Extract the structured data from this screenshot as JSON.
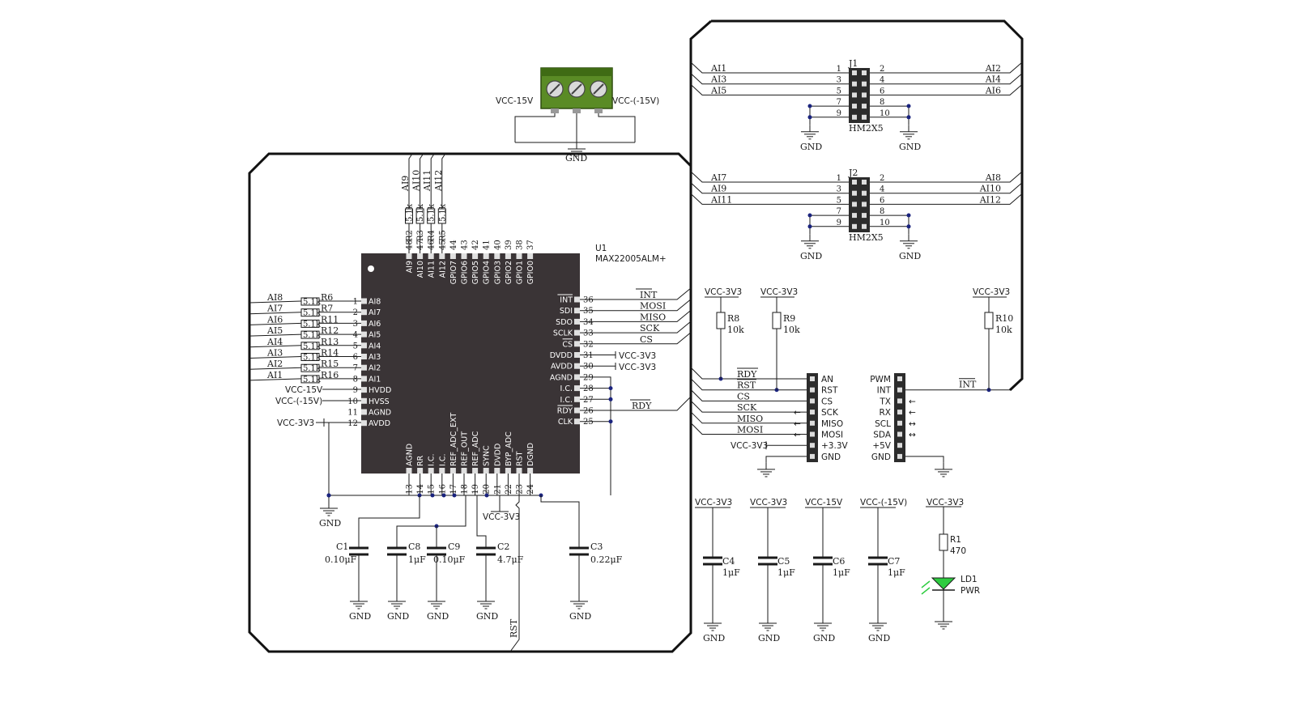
{
  "colors": {
    "chip": "#3a3436",
    "wire": "#1a1a1a",
    "junction": "#1a237e",
    "terminal": "#4e7d1e",
    "led": "#2ecc40",
    "arrow": "#e53935"
  },
  "terminal": {
    "left": "VCC-15V",
    "right": "VCC-(-15V)",
    "gnd": "GND"
  },
  "u1": {
    "ref": "U1",
    "part": "MAX22005ALM+",
    "left_pins": [
      {
        "num": "1",
        "name": "AI8"
      },
      {
        "num": "2",
        "name": "AI7"
      },
      {
        "num": "3",
        "name": "AI6"
      },
      {
        "num": "4",
        "name": "AI5"
      },
      {
        "num": "5",
        "name": "AI4"
      },
      {
        "num": "6",
        "name": "AI3"
      },
      {
        "num": "7",
        "name": "AI2"
      },
      {
        "num": "8",
        "name": "AI1"
      },
      {
        "num": "9",
        "name": "HVDD"
      },
      {
        "num": "10",
        "name": "HVSS"
      },
      {
        "num": "11",
        "name": "AGND"
      },
      {
        "num": "12",
        "name": "AVDD"
      }
    ],
    "right_pins": [
      {
        "num": "36",
        "name": "INT"
      },
      {
        "num": "35",
        "name": "SDI"
      },
      {
        "num": "34",
        "name": "SDO"
      },
      {
        "num": "33",
        "name": "SCLK"
      },
      {
        "num": "32",
        "name": "CS"
      },
      {
        "num": "31",
        "name": "DVDD"
      },
      {
        "num": "30",
        "name": "AVDD"
      },
      {
        "num": "29",
        "name": "AGND"
      },
      {
        "num": "28",
        "name": "I.C."
      },
      {
        "num": "27",
        "name": "I.C."
      },
      {
        "num": "26",
        "name": "RDY"
      },
      {
        "num": "25",
        "name": "CLK"
      }
    ],
    "top_pins": [
      {
        "num": "48",
        "name": "AI9"
      },
      {
        "num": "47",
        "name": "AI10"
      },
      {
        "num": "46",
        "name": "AI11"
      },
      {
        "num": "45",
        "name": "AI12"
      },
      {
        "num": "44",
        "name": "GPIO7"
      },
      {
        "num": "43",
        "name": "GPIO6"
      },
      {
        "num": "42",
        "name": "GPIO5"
      },
      {
        "num": "41",
        "name": "GPIO4"
      },
      {
        "num": "40",
        "name": "GPIO3"
      },
      {
        "num": "39",
        "name": "GPIO2"
      },
      {
        "num": "38",
        "name": "GPIO1"
      },
      {
        "num": "37",
        "name": "GPIO0"
      }
    ],
    "bottom_pins": [
      {
        "num": "13",
        "name": "AGND"
      },
      {
        "num": "14",
        "name": "RR"
      },
      {
        "num": "15",
        "name": "I.C."
      },
      {
        "num": "16",
        "name": "I.C."
      },
      {
        "num": "17",
        "name": "REF_ADC_EXT"
      },
      {
        "num": "18",
        "name": "REF_OUT"
      },
      {
        "num": "19",
        "name": "REF_ADC"
      },
      {
        "num": "20",
        "name": "SYNC"
      },
      {
        "num": "21",
        "name": "DVDD"
      },
      {
        "num": "22",
        "name": "BYP_ADC"
      },
      {
        "num": "23",
        "name": "RST"
      },
      {
        "num": "24",
        "name": "DGND"
      }
    ]
  },
  "left_inputs": [
    {
      "net": "AI8",
      "ref": "R6",
      "val": "5.1k"
    },
    {
      "net": "AI7",
      "ref": "R7",
      "val": "5.1k"
    },
    {
      "net": "AI6",
      "ref": "R11",
      "val": "5.1k"
    },
    {
      "net": "AI5",
      "ref": "R12",
      "val": "5.1k"
    },
    {
      "net": "AI4",
      "ref": "R13",
      "val": "5.1k"
    },
    {
      "net": "AI3",
      "ref": "R14",
      "val": "5.1k"
    },
    {
      "net": "AI2",
      "ref": "R15",
      "val": "5.1k"
    },
    {
      "net": "AI1",
      "ref": "R16",
      "val": "5.1k"
    }
  ],
  "top_inputs": [
    {
      "net": "AI9",
      "ref": "R2",
      "val": "5.1k"
    },
    {
      "net": "AI10",
      "ref": "R3",
      "val": "5.1k"
    },
    {
      "net": "AI11",
      "ref": "R4",
      "val": "5.1k"
    },
    {
      "net": "AI12",
      "ref": "R5",
      "val": "5.1k"
    }
  ],
  "left_power": {
    "hvdd": "VCC-15V",
    "hvss": "VCC-(-15V)",
    "avdd": "VCC-3V3",
    "gnd": "GND"
  },
  "right_nets": {
    "int": "INT",
    "mosi": "MOSI",
    "miso": "MISO",
    "sck": "SCK",
    "cs": "CS",
    "dvdd": "VCC-3V3",
    "avdd": "VCC-3V3",
    "rdy": "RDY"
  },
  "bottom_caps": [
    {
      "ref": "C1",
      "val": "0.10μF"
    },
    {
      "ref": "C8",
      "val": "1μF"
    },
    {
      "ref": "C9",
      "val": "0.10μF"
    },
    {
      "ref": "C2",
      "val": "4.7μF"
    },
    {
      "ref": "C3",
      "val": "0.22μF"
    }
  ],
  "bottom_misc": {
    "dvdd_supply": "VCC-3V3",
    "rst": "RST",
    "gnd": "GND"
  },
  "headers": [
    {
      "ref": "J1",
      "part": "HM2X5",
      "left": [
        {
          "net": "AI1",
          "pin": "1"
        },
        {
          "net": "AI3",
          "pin": "3"
        },
        {
          "net": "AI5",
          "pin": "5"
        },
        {
          "net": "",
          "pin": "7"
        },
        {
          "net": "",
          "pin": "9"
        }
      ],
      "right": [
        {
          "net": "AI2",
          "pin": "2"
        },
        {
          "net": "AI4",
          "pin": "4"
        },
        {
          "net": "AI6",
          "pin": "6"
        },
        {
          "net": "",
          "pin": "8"
        },
        {
          "net": "",
          "pin": "10"
        }
      ]
    },
    {
      "ref": "J2",
      "part": "HM2X5",
      "left": [
        {
          "net": "AI7",
          "pin": "1"
        },
        {
          "net": "AI9",
          "pin": "3"
        },
        {
          "net": "AI11",
          "pin": "5"
        },
        {
          "net": "",
          "pin": "7"
        },
        {
          "net": "",
          "pin": "9"
        }
      ],
      "right": [
        {
          "net": "AI8",
          "pin": "2"
        },
        {
          "net": "AI10",
          "pin": "4"
        },
        {
          "net": "AI12",
          "pin": "6"
        },
        {
          "net": "",
          "pin": "8"
        },
        {
          "net": "",
          "pin": "10"
        }
      ]
    }
  ],
  "gnd_label": "GND",
  "pullups": [
    {
      "supply": "VCC-3V3",
      "ref": "R8",
      "val": "10k"
    },
    {
      "supply": "VCC-3V3",
      "ref": "R9",
      "val": "10k"
    },
    {
      "supply": "VCC-3V3",
      "ref": "R10",
      "val": "10k"
    }
  ],
  "mikrobus_left": {
    "pins": [
      "AN",
      "RST",
      "CS",
      "SCK",
      "MISO",
      "MOSI",
      "+3.3V",
      "GND"
    ],
    "nets": [
      "RDY",
      "RST",
      "CS",
      "SCK",
      "MISO",
      "MOSI",
      "VCC-3V3",
      ""
    ],
    "arrow": "←"
  },
  "mikrobus_right": {
    "pins": [
      "PWM",
      "INT",
      "TX",
      "RX",
      "SCL",
      "SDA",
      "+5V",
      "GND"
    ],
    "int_net": "INT",
    "arrow": "←",
    "arrow_bi": "↔"
  },
  "decoupling": [
    {
      "supply": "VCC-3V3",
      "ref": "C4",
      "val": "1μF"
    },
    {
      "supply": "VCC-3V3",
      "ref": "C5",
      "val": "1μF"
    },
    {
      "supply": "VCC-15V",
      "ref": "C6",
      "val": "1μF"
    },
    {
      "supply": "VCC-(-15V)",
      "ref": "C7",
      "val": "1μF"
    }
  ],
  "led": {
    "supply": "VCC-3V3",
    "r_ref": "R1",
    "r_val": "470",
    "ref": "LD1",
    "label": "PWR"
  }
}
